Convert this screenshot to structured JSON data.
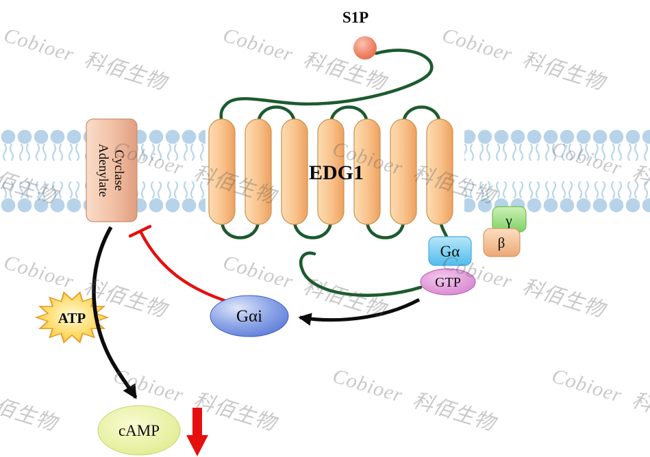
{
  "watermark": {
    "text": "Cobioer  科佰生物"
  },
  "ligand": {
    "label": "S1P"
  },
  "receptor": {
    "label": "EDG1"
  },
  "enzyme": {
    "line1": "Adenylate",
    "line2": "Cyclase"
  },
  "g_protein": {
    "alpha": "Gα",
    "gtp": "GTP",
    "gamma": "γ",
    "beta": "β",
    "alpha_i": "Gαi"
  },
  "metabolites": {
    "atp": "ATP",
    "camp": "cAMP"
  },
  "colors": {
    "membrane_lipid": "#b6d3e9",
    "loop_green": "#1c5b2e",
    "helix_orange": "#f8c088",
    "inhibition_red": "#e60f0f",
    "arrow_black": "#0c0c0c",
    "atp_text_green": "#169a47",
    "s1p_ball": "#ee8266",
    "g_alpha_blue": "#6fc9ee",
    "gtp_pink": "#d98fd1",
    "gamma_green": "#9fdd8a",
    "beta_peach": "#f3c096",
    "g_alpha_i_blue": "#5d7eda",
    "camp_yellow_green": "#e4ef9a",
    "atp_star_gold": "#ffd95e"
  }
}
